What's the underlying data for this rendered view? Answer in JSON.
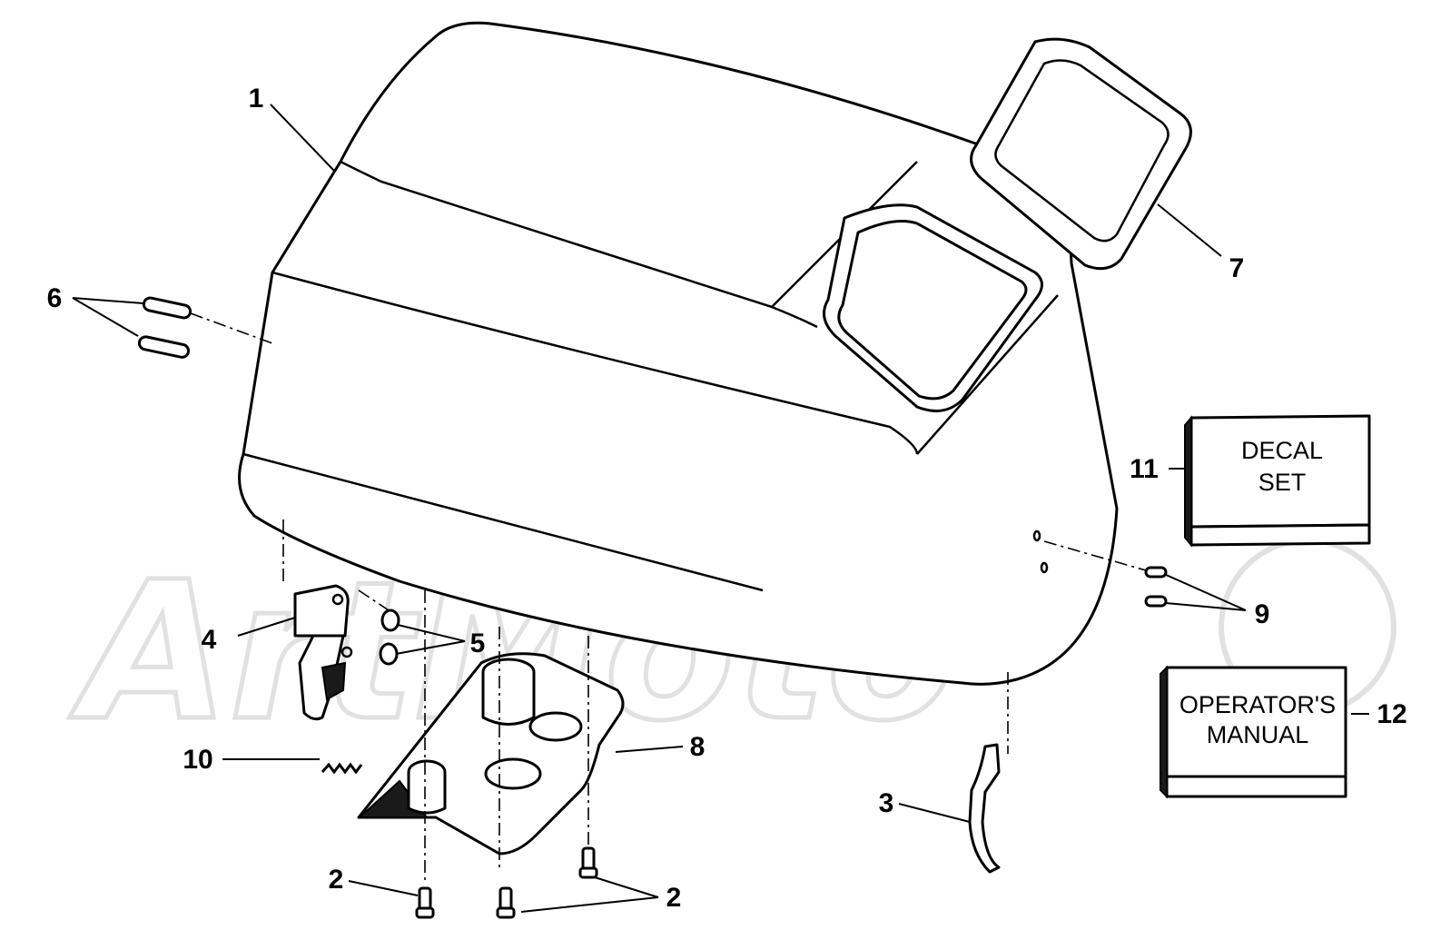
{
  "watermark": "ArtMoto",
  "callouts": {
    "c1": "1",
    "c2a": "2",
    "c2b": "2",
    "c3": "3",
    "c4": "4",
    "c5": "5",
    "c6": "6",
    "c7": "7",
    "c8": "8",
    "c9": "9",
    "c10": "10",
    "c11": "11",
    "c12": "12"
  },
  "decal_box": {
    "line1": "DECAL",
    "line2": "SET"
  },
  "manual_box": {
    "line1": "OPERATOR'S",
    "line2": "MANUAL"
  }
}
